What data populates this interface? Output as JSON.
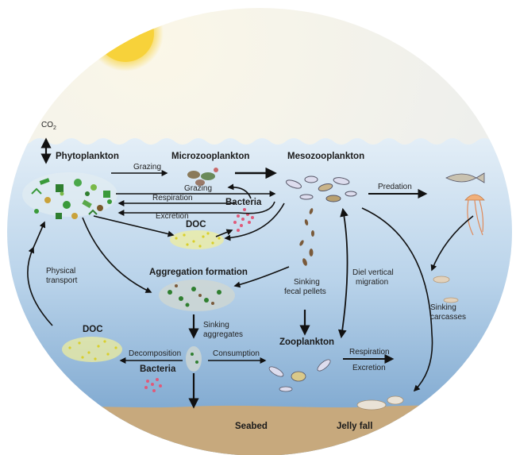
{
  "labels": {
    "co2": "CO",
    "co2_sub": "2",
    "phytoplankton": "Phytoplankton",
    "microzooplankton": "Microzooplankton",
    "mesozooplankton": "Mesozooplankton",
    "grazing_top": "Grazing",
    "grazing_bottom": "Grazing",
    "respiration": "Respiration",
    "excretion": "Excretion",
    "bacteria_upper": "Bacteria",
    "doc_upper": "DOC",
    "predation": "Predation",
    "physical_transport_1": "Physical",
    "physical_transport_2": "transport",
    "aggregation_formation": "Aggregation formation",
    "sinking_fecal_1": "Sinking",
    "sinking_fecal_2": "fecal pellets",
    "diel_1": "Diel vertical",
    "diel_2": "migration",
    "sinking_carcasses_1": "Sinking",
    "sinking_carcasses_2": "carcasses",
    "doc_lower": "DOC",
    "sinking_aggregates_1": "Sinking",
    "sinking_aggregates_2": "aggregates",
    "decomposition": "Decomposition",
    "bacteria_lower": "Bacteria",
    "consumption": "Consumption",
    "zooplankton": "Zooplankton",
    "respiration_lower": "Respiration",
    "excretion_lower": "Excretion",
    "seabed": "Seabed",
    "jelly_fall": "Jelly fall"
  },
  "colors": {
    "sky": "#f3efe2",
    "sun": "#f7d23a",
    "water_top": "#dbe9f4",
    "water_bottom": "#6f9dc9",
    "seabed": "#c7a97d",
    "doc_dots": "#e8e24a",
    "bacteria": "#e05a7a",
    "phyto_green": "#3a9a3a"
  }
}
